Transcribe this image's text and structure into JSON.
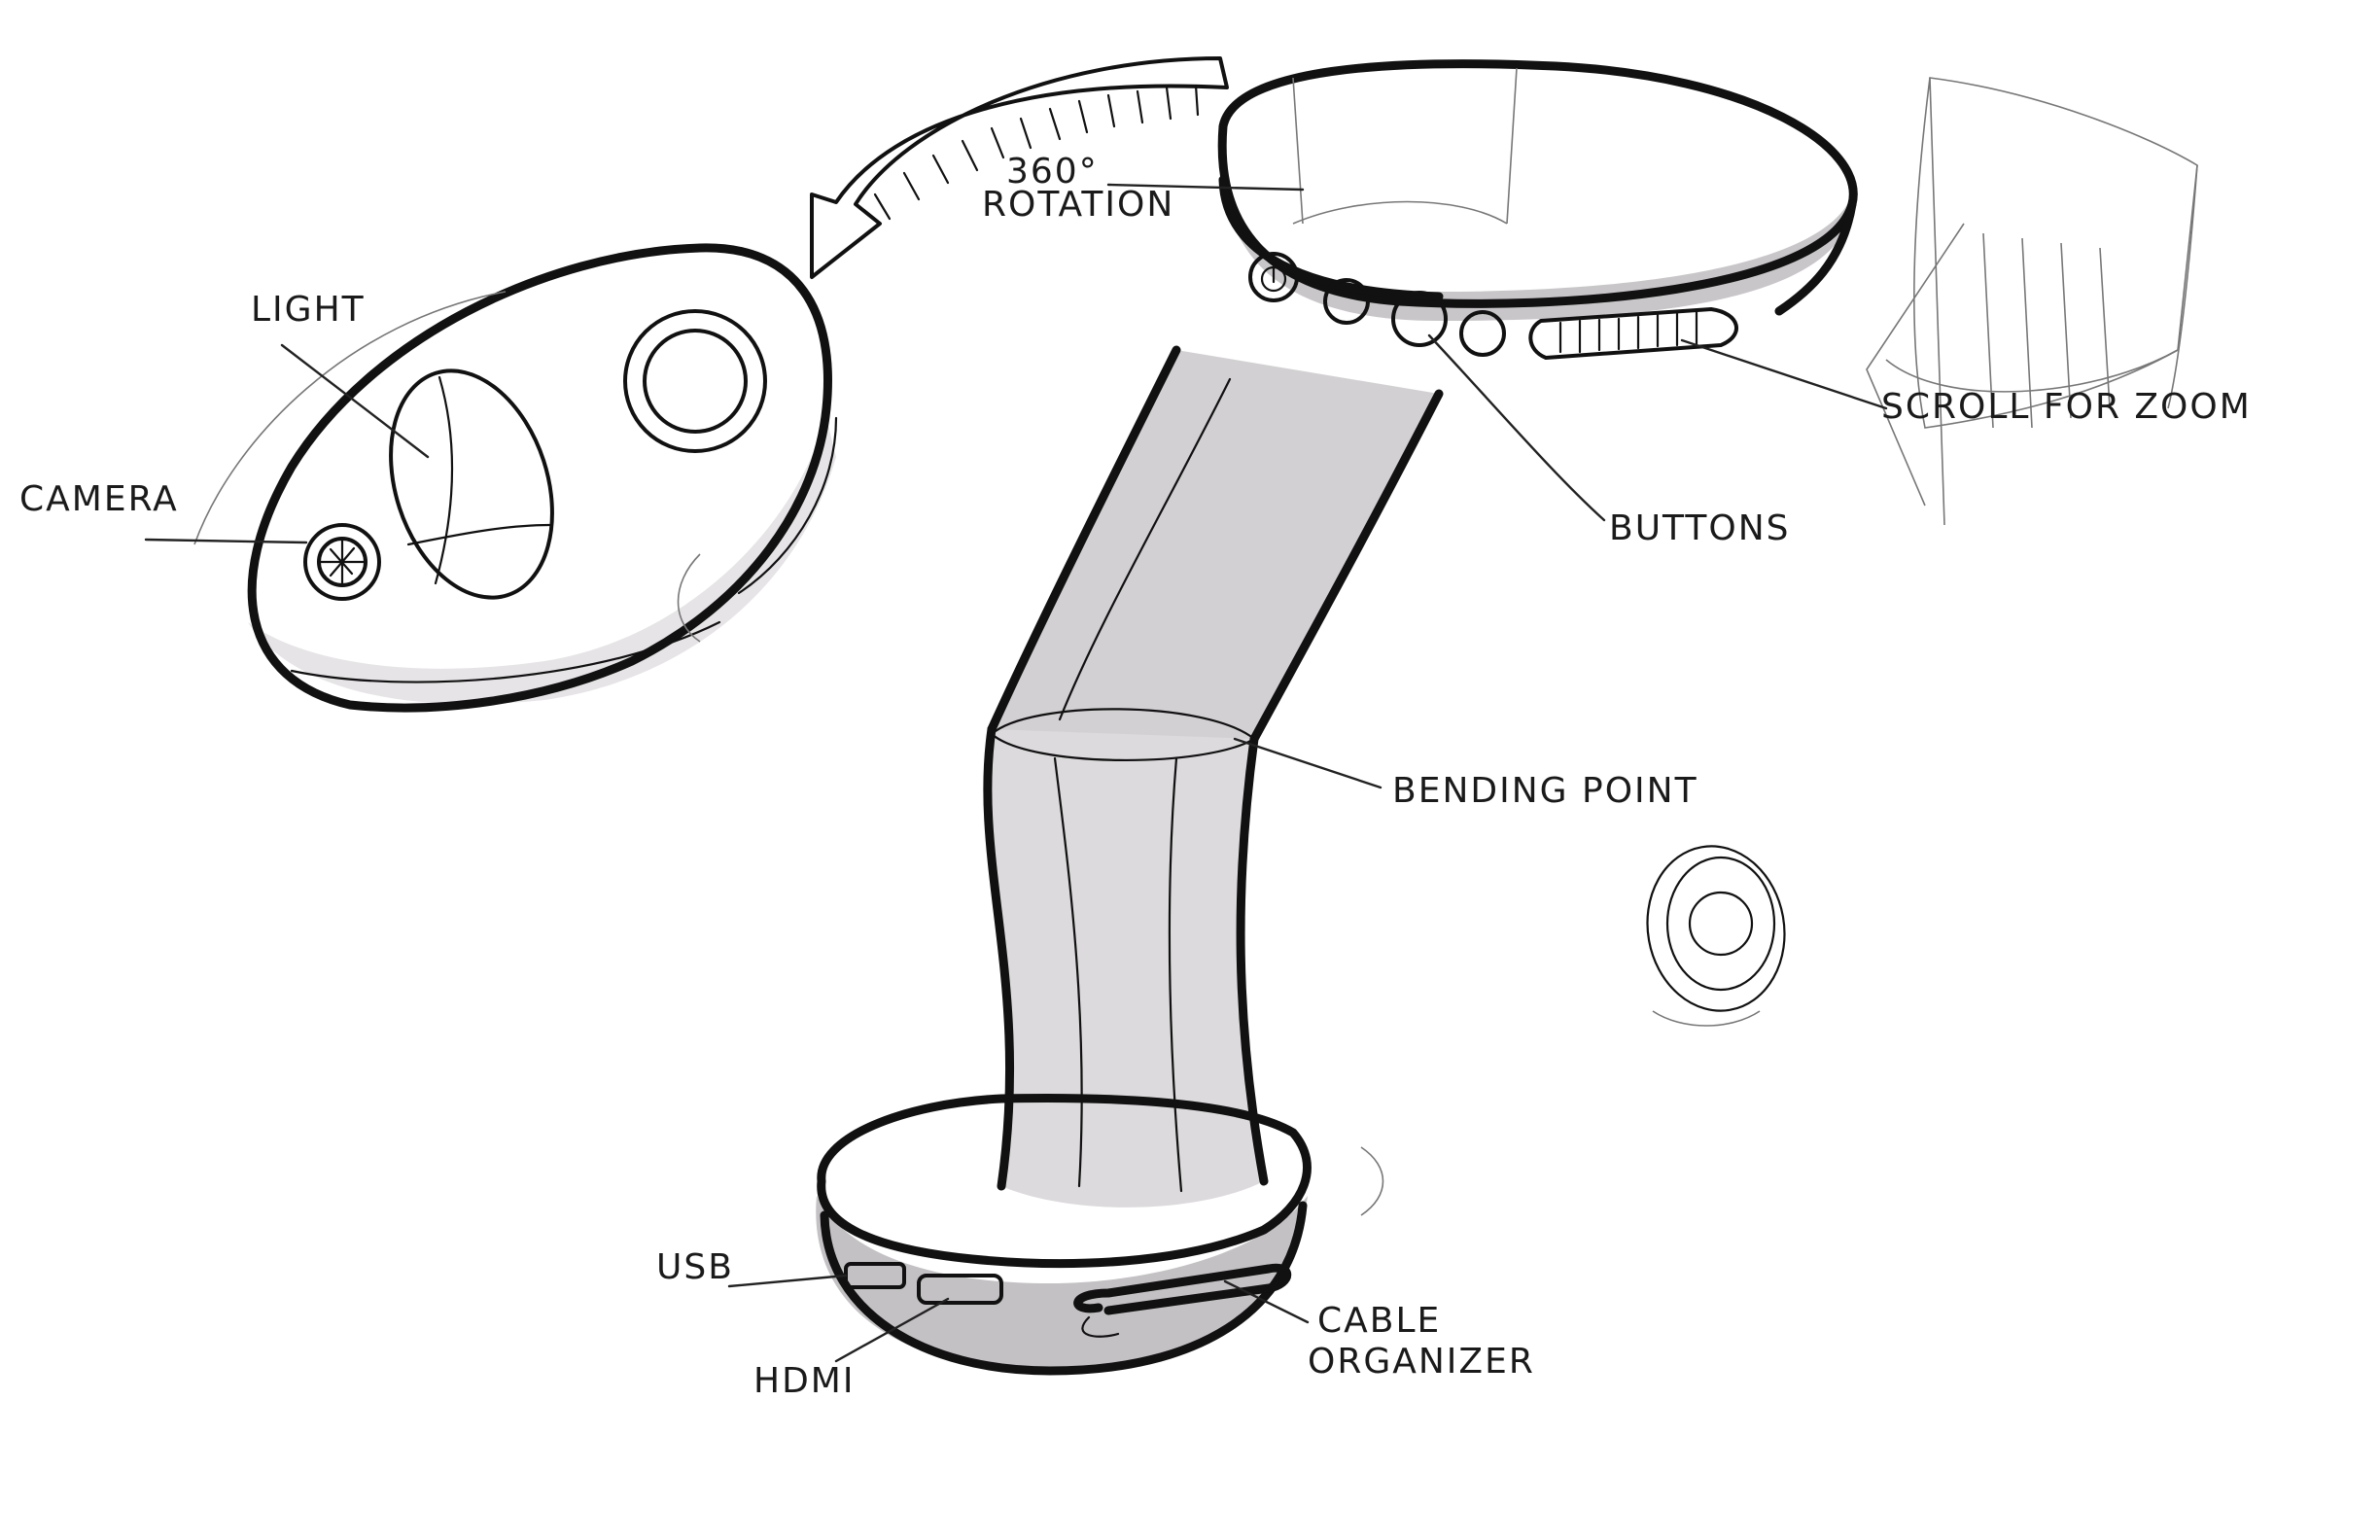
{
  "diagram": {
    "labels": {
      "light": "LIGHT",
      "camera": "CAMERA",
      "rotation_line1": "360°",
      "rotation_line2": "ROTATION",
      "buttons": "BUTTONS",
      "scroll_zoom": "SCROLL FOR ZOOM",
      "bending_point": "BENDING POINT",
      "usb": "USB",
      "hdmi": "HDMI",
      "cable_line1": "CABLE",
      "cable_line2": "ORGANIZER"
    },
    "colors": {
      "ink": "#111111",
      "marker_grey": "#c9c6c9",
      "marker_light": "#e4e2e4",
      "paper": "#ffffff"
    }
  }
}
